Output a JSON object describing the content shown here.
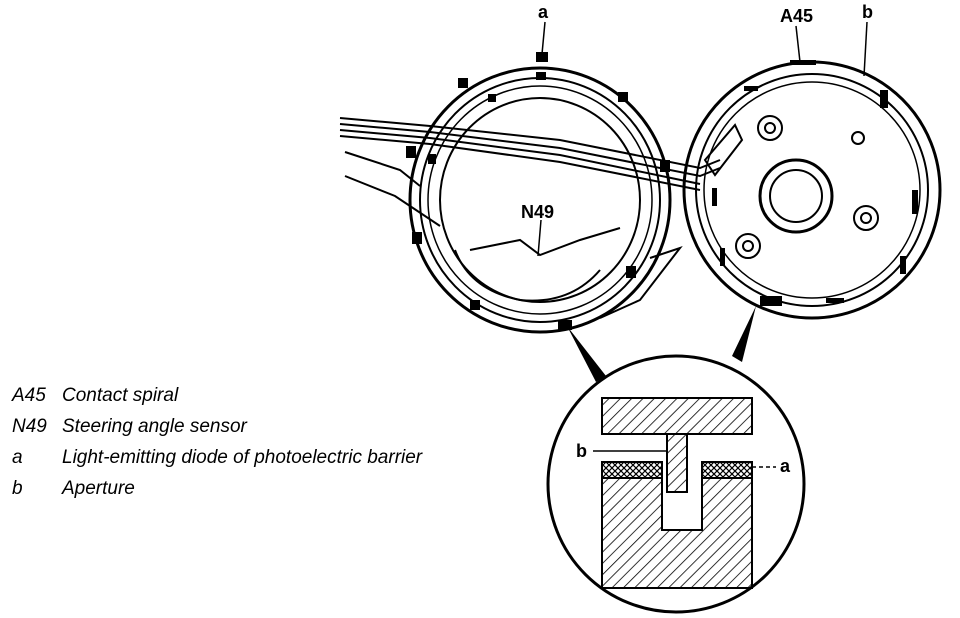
{
  "callouts": {
    "a_top": "a",
    "a45": "A45",
    "b_top": "b",
    "n49": "N49",
    "b_detail": "b",
    "a_detail": "a"
  },
  "legend": [
    {
      "code": "A45",
      "text": "Contact spiral"
    },
    {
      "code": "N49",
      "text": "Steering angle sensor"
    },
    {
      "code": "a",
      "text": "Light-emitting diode of photoelectric barrier"
    },
    {
      "code": "b",
      "text": "Aperture"
    }
  ],
  "colors": {
    "ink": "#000000",
    "paper": "#ffffff"
  }
}
